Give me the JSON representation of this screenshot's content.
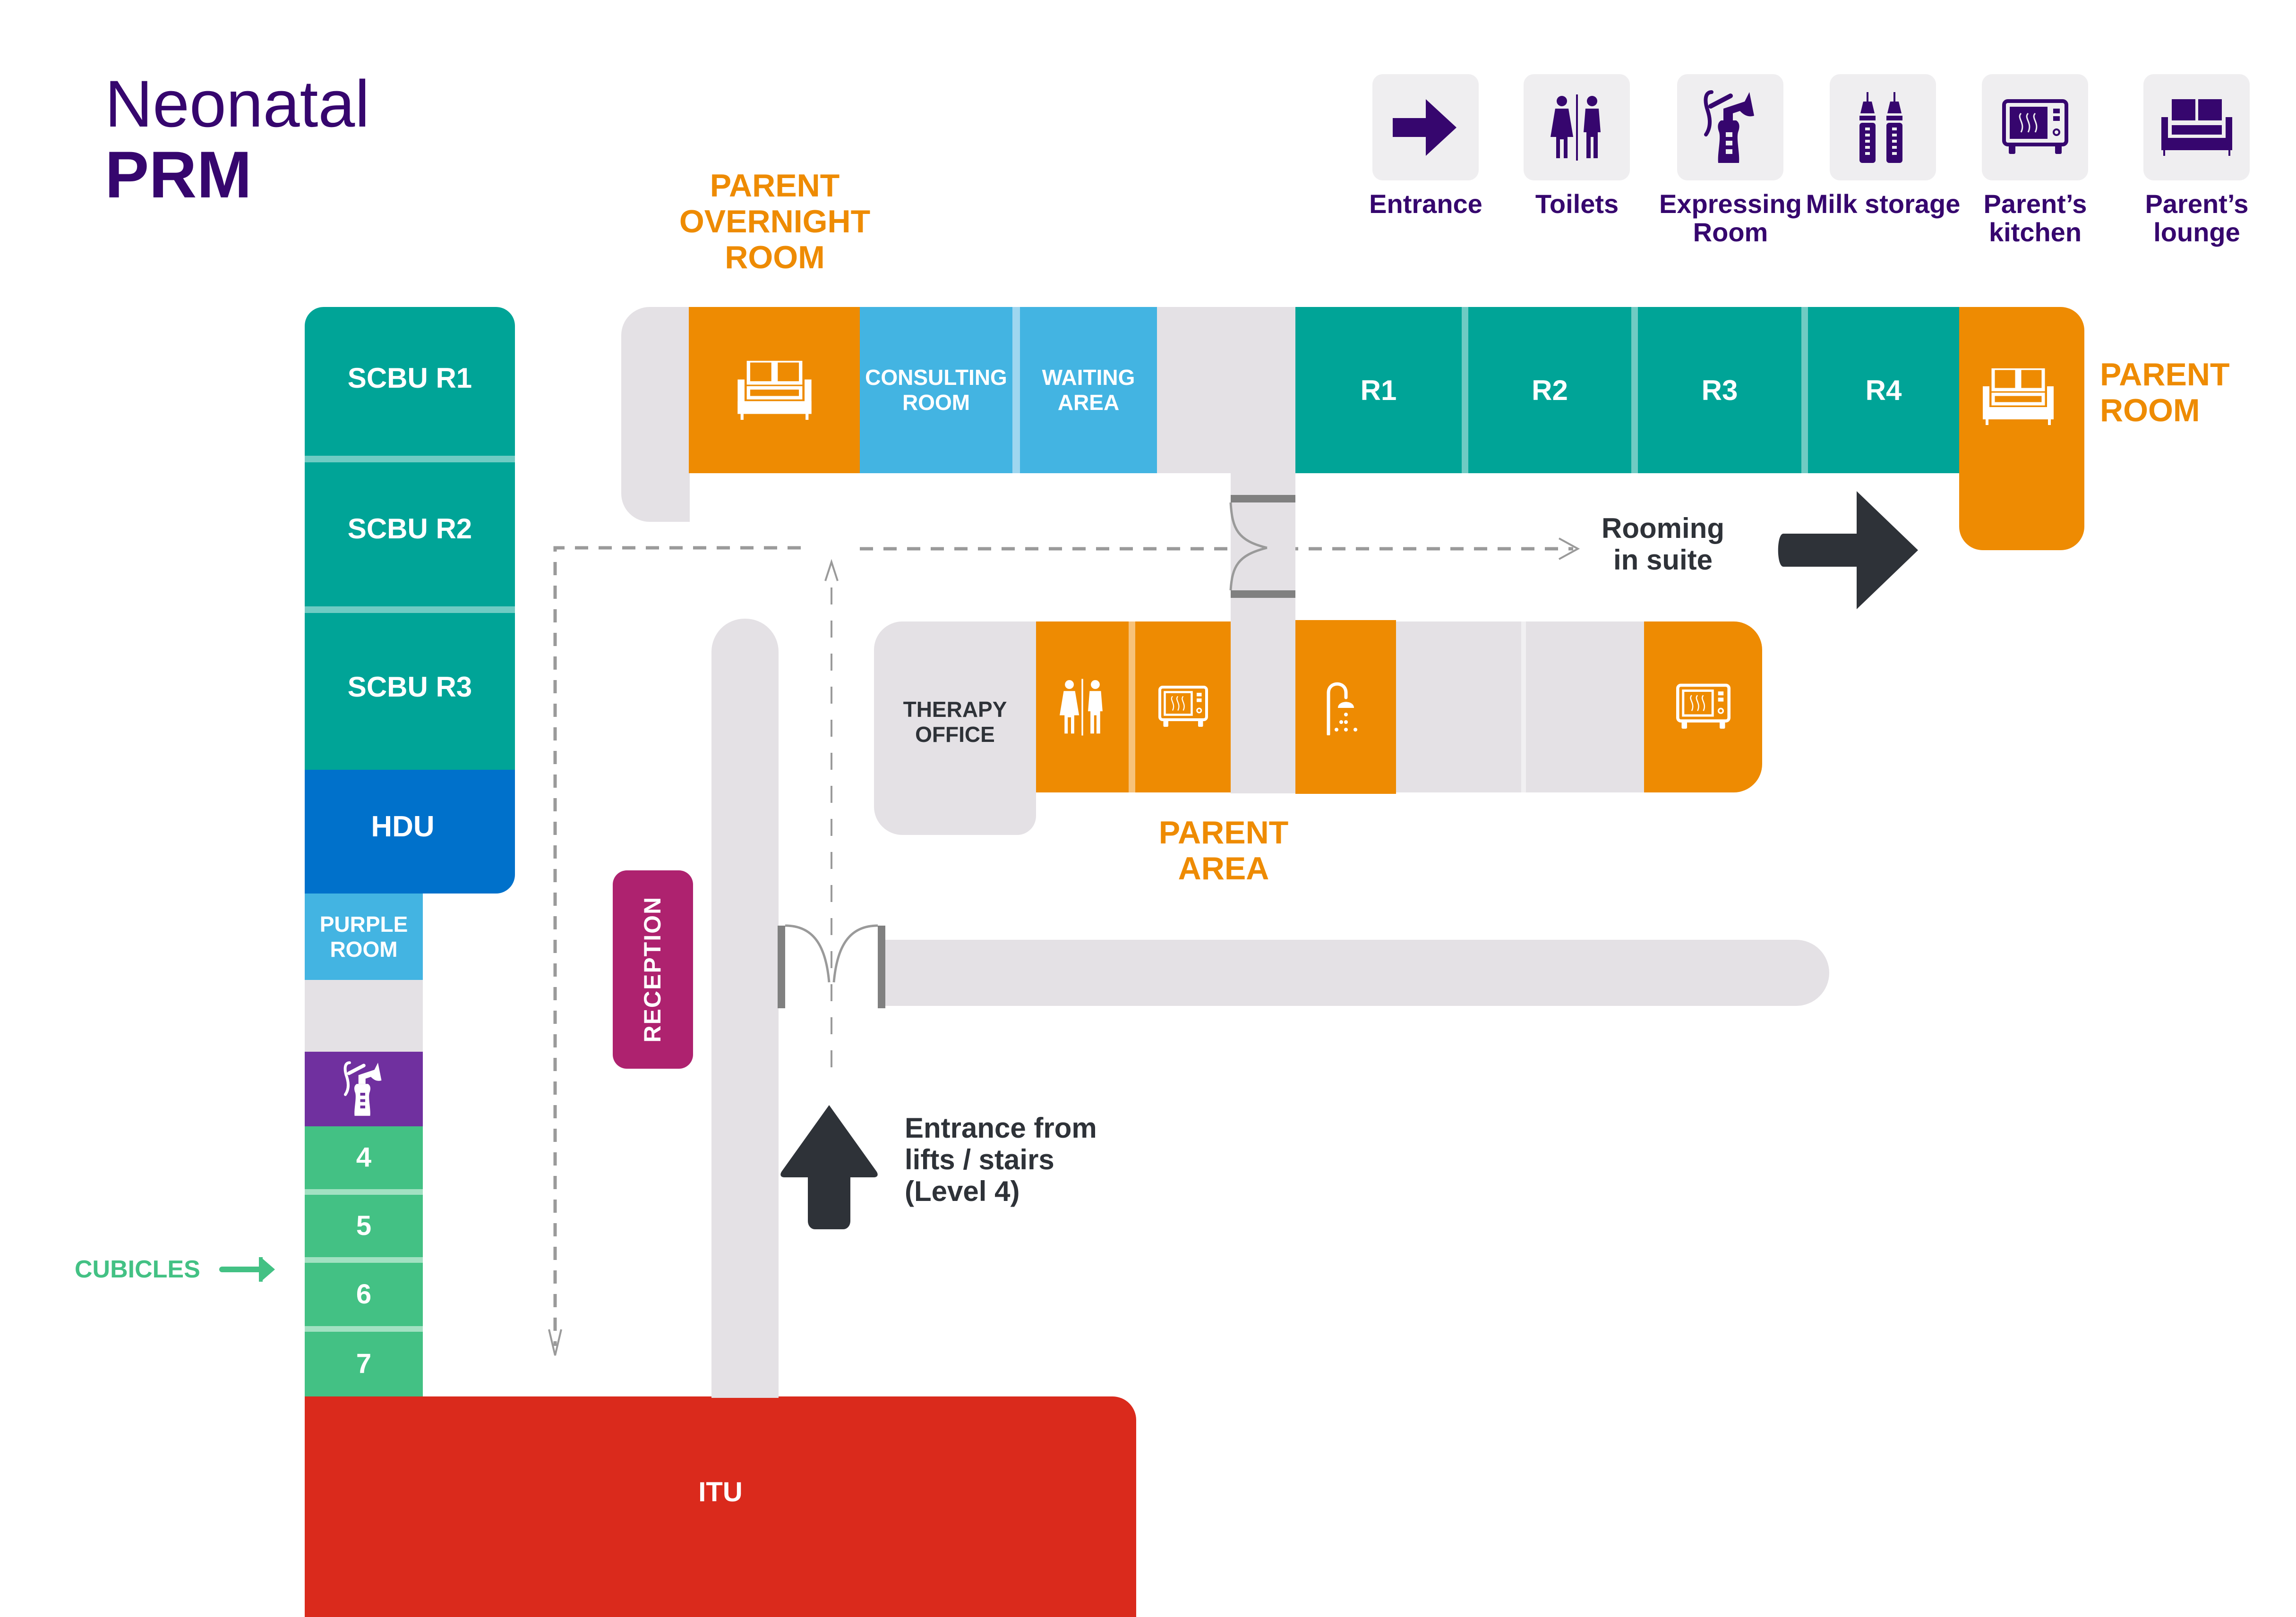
{
  "title": {
    "line1": "Neonatal",
    "line2": "PRM"
  },
  "legend": [
    {
      "icon": "entrance-arrow-icon",
      "label": "Entrance"
    },
    {
      "icon": "toilets-icon",
      "label": "Toilets"
    },
    {
      "icon": "breast-pump-icon",
      "label": "Expressing Room"
    },
    {
      "icon": "milk-bottles-icon",
      "label": "Milk storage"
    },
    {
      "icon": "microwave-icon",
      "label": "Parent’s kitchen"
    },
    {
      "icon": "sofa-icon",
      "label": "Parent’s lounge"
    }
  ],
  "colors": {
    "brand_purple": "#36066e",
    "teal": "#00a497",
    "orange": "#ee8b02",
    "light_blue": "#43b4e2",
    "hdu_blue": "#0071cb",
    "cubicle_green": "#43c184",
    "expressing_purple": "#70309f",
    "reception_magenta": "#ae226f",
    "itu_red": "#da2a1c",
    "corridor_grey": "#e4e1e5",
    "arrow_dark": "#2e3238"
  },
  "labels": {
    "parent_overnight_room": "PARENT OVERNIGHT ROOM",
    "parent_room": "PARENT ROOM",
    "parent_area": "PARENT AREA",
    "rooming_in_suite": "Rooming in suite",
    "entrance_from_lifts": "Entrance from lifts / stairs (Level 4)",
    "cubicles": "CUBICLES"
  },
  "rooms": {
    "scbu": [
      "SCBU R1",
      "SCBU R2",
      "SCBU R3"
    ],
    "hdu": "HDU",
    "purple_room": "PURPLE ROOM",
    "cubicles": [
      "4",
      "5",
      "6",
      "7"
    ],
    "consulting_room": "CONSULTING ROOM",
    "waiting_area": "WAITING AREA",
    "suite_rooms": [
      "R1",
      "R2",
      "R3",
      "R4"
    ],
    "therapy_office": "THERAPY OFFICE",
    "reception": "RECEPTION",
    "itu": "ITU"
  }
}
